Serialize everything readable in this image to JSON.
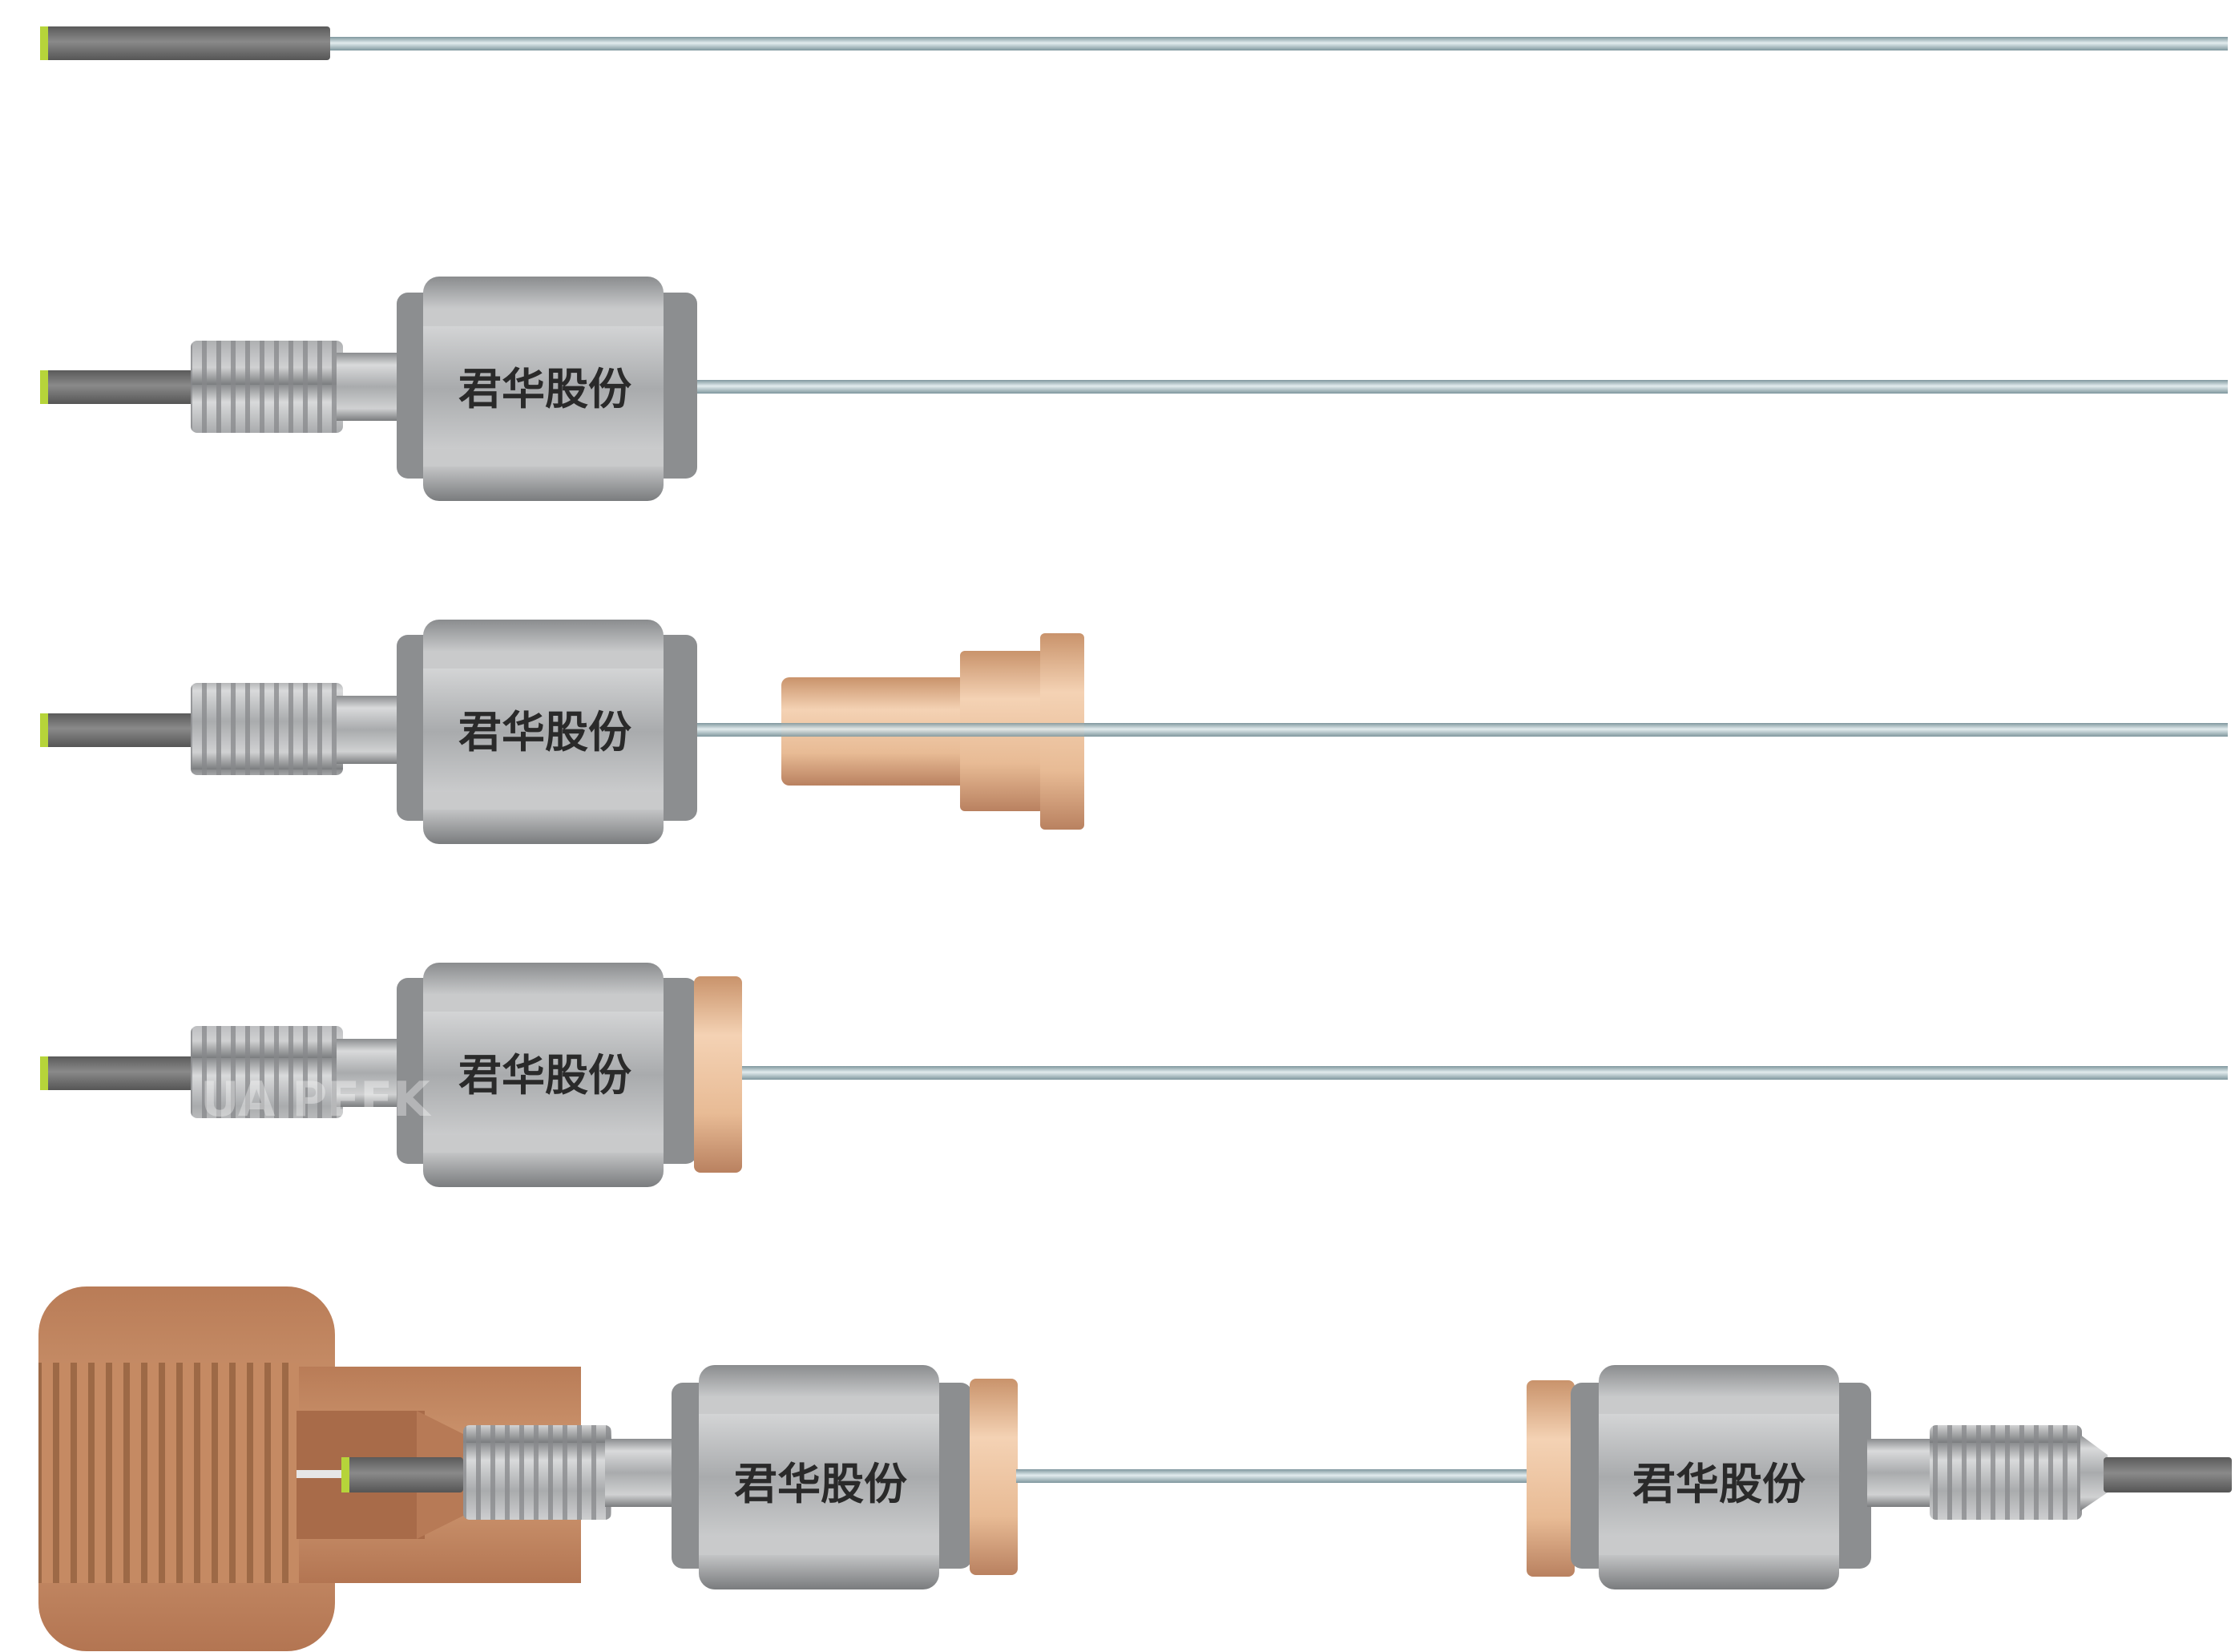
{
  "brand_label": "君华股份",
  "watermark_text": "UA PEEK",
  "colors": {
    "background": "#ffffff",
    "tube": "#8fa6ad",
    "tube_highlight": "#d7e3e6",
    "sleeve": "#6f6f6f",
    "tip": "#b6d43a",
    "steel": "#a7a9ab",
    "steel_light": "#d6d7d8",
    "steel_dark": "#7c7e80",
    "ferrule": "#e9c09e",
    "ferrule_dark": "#c8946c",
    "port_body": "#c8906a",
    "port_dark": "#9c6444"
  },
  "steps": [
    {
      "id": "step-1",
      "parts": [
        "sleeve",
        "tube"
      ]
    },
    {
      "id": "step-2",
      "parts": [
        "sleeve",
        "threaded-stem",
        "nut",
        "tube"
      ]
    },
    {
      "id": "step-3",
      "parts": [
        "sleeve",
        "threaded-stem",
        "nut",
        "ferrule",
        "tube"
      ]
    },
    {
      "id": "step-4",
      "parts": [
        "sleeve",
        "threaded-stem",
        "nut",
        "ferrule",
        "tube"
      ]
    },
    {
      "id": "step-5",
      "parts": [
        "port",
        "sleeve",
        "threaded-stem",
        "nut",
        "ferrule",
        "tube",
        "ferrule",
        "nut",
        "threaded-stem",
        "sleeve"
      ]
    }
  ]
}
